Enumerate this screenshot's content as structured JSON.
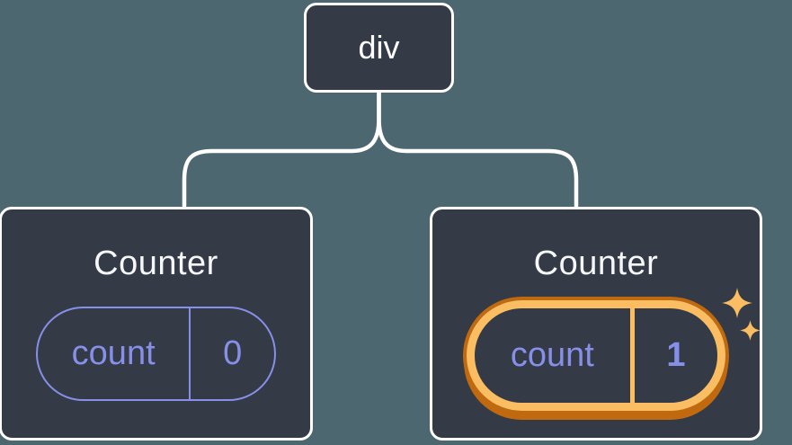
{
  "diagram": {
    "description": "Component tree: a div root element with two Counter children; each Counter holds a count state pill; the second Counter's state is highlighted as newly created/changed",
    "root": {
      "label": "div"
    },
    "children": [
      {
        "title": "Counter",
        "state_key": "count",
        "state_value": "0",
        "highlighted": false
      },
      {
        "title": "Counter",
        "state_key": "count",
        "state_value": "1",
        "highlighted": true
      }
    ],
    "icons": {
      "sparkle_large": "four-point-star",
      "sparkle_small": "four-point-star"
    },
    "colors": {
      "background": "#4C6770",
      "node_background": "#343A46",
      "node_border": "#FFFFFF",
      "connector_line": "#FFFFFF",
      "state_accent_purple": "#8790E8",
      "highlight_orange_light": "#FABD62",
      "highlight_orange_dark": "#C0690F",
      "title_text": "#F6F7F9"
    }
  }
}
